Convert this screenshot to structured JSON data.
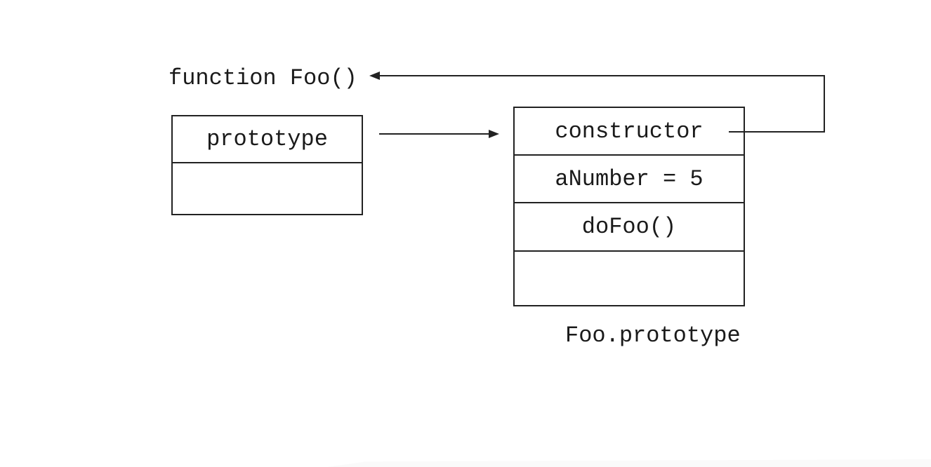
{
  "diagram": {
    "title": "JavaScript prototype relationship diagram",
    "function_label": "function Foo()",
    "foo_function_box": {
      "cells": [
        {
          "label": "prototype"
        },
        {
          "label": ""
        }
      ]
    },
    "foo_prototype_box": {
      "cells": [
        {
          "label": "constructor"
        },
        {
          "label": "aNumber = 5"
        },
        {
          "label": "doFoo()"
        },
        {
          "label": ""
        }
      ],
      "caption": "Foo.prototype"
    },
    "arrows": [
      {
        "name": "prototype-to-foo-prototype",
        "from": "prototype",
        "to": "Foo.prototype object"
      },
      {
        "name": "constructor-to-function-foo",
        "from": "constructor",
        "to": "function Foo()"
      }
    ],
    "colors": {
      "line": "#222222",
      "text": "#1a1a1a",
      "background": "#ffffff"
    }
  }
}
